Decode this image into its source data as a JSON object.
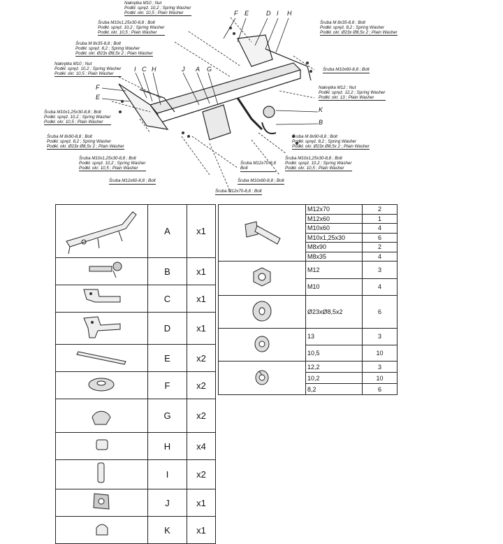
{
  "diagram": {
    "part_letters": [
      "F",
      "E",
      "D",
      "I",
      "H",
      "I",
      "C",
      "H",
      "J",
      "A",
      "G",
      "F",
      "E",
      "K",
      "B"
    ],
    "labels": [
      {
        "lines": [
          "Nakrętka  M10 ; Nut",
          "Podkł. spręż. 10,2 ; Spring Washer",
          "Podkł. okr. 10,5 ; Plain Washer"
        ]
      },
      {
        "lines": [
          "Śruba M10x1,25x30-8,8 ; Bolt",
          "Podkł. spręż. 10,2 ; Spring Washer",
          "Podkł. okr. 10,5 ; Plain Washer"
        ]
      },
      {
        "lines": [
          "Śruba M 8x35-8,8 ; Bolt",
          "Podkł. spręż. 8,2 ; Spring Washer",
          "Podkł. okr. Ø23x Ø8,5x 2 ; Plain Washer"
        ]
      },
      {
        "lines": [
          "Śruba M 8x35-8,8 ; Bolt",
          "Podkł. spręż. 8,2 ; Spring Washer",
          "Podkł. okr. Ø23x Ø8,5x 2 ; Plain Washer"
        ]
      },
      {
        "lines": [
          "Nakrętka  M10 ; Nut",
          "Podkł. spręż. 10,2 ; Spring Washer",
          "Podkł. okr. 10,5 ; Plain Washer"
        ]
      },
      {
        "lines": [
          "Śruba M10x60-8,8 ; Bolt"
        ]
      },
      {
        "lines": [
          "Nakrętka  M12 ; Nut",
          "Podkł. spręż. 12,2 ; Spring Washer",
          "Podkł. okr. 13 ; Plain Washer"
        ]
      },
      {
        "lines": [
          "Śruba M10x1,25x30-8,8 ; Bolt",
          "Podkł. spręż. 10,2 ; Spring Washer",
          "Podkł. okr. 10,5 ; Plain Washer"
        ]
      },
      {
        "lines": [
          "Śruba M 8x90-8,8 ; Bolt",
          "Podkł. spręż. 8,2 ; Spring Washer",
          "Podkł. okr. Ø23x Ø8,5x 2 ; Plain Washer"
        ]
      },
      {
        "lines": [
          "Śruba M 8x90-8,8 ; Bolt",
          "Podkł. spręż. 8,2 ; Spring Washer",
          "Podkł. okr. Ø23x Ø8,5x 2 ; Plain Washer"
        ]
      },
      {
        "lines": [
          "Śruba M10x1,25x30-8,8 ; Bolt",
          "Podkł. spręż. 10,2 ; Spring Washer",
          "Podkł. okr. 10,5 ; Plain Washer"
        ]
      },
      {
        "lines": [
          "Śruba M10x1,25x30-8,8 ; Bolt",
          "Podkł. spręż. 10,2 ; Spring Washer",
          "Podkł. okr. 10,5 ; Plain Washer"
        ]
      },
      {
        "lines": [
          "Śruba M12x70-8,8",
          "Bolt"
        ]
      },
      {
        "lines": [
          "Śruba M12x60-8,8 ; Bolt"
        ]
      },
      {
        "lines": [
          "Śruba M10x60-8,8 ; Bolt"
        ]
      },
      {
        "lines": [
          "Śruba M12x70-8,8 ; Bolt"
        ]
      }
    ]
  },
  "parts_table": [
    {
      "icon": "tow-bar-frame-icon",
      "letter": "A",
      "qty": "x1"
    },
    {
      "icon": "tow-ball-neck-icon",
      "letter": "B",
      "qty": "x1"
    },
    {
      "icon": "mounting-bracket-icon",
      "letter": "C",
      "qty": "x1"
    },
    {
      "icon": "mounting-bracket-icon",
      "letter": "D",
      "qty": "x1"
    },
    {
      "icon": "flat-strap-icon",
      "letter": "E",
      "qty": "x2"
    },
    {
      "icon": "spacer-ring-icon",
      "letter": "F",
      "qty": "x2"
    },
    {
      "icon": "wedge-spacer-icon",
      "letter": "G",
      "qty": "x2"
    },
    {
      "icon": "sleeve-icon",
      "letter": "H",
      "qty": "x4"
    },
    {
      "icon": "long-sleeve-icon",
      "letter": "I",
      "qty": "x2"
    },
    {
      "icon": "socket-plate-icon",
      "letter": "J",
      "qty": "x1"
    },
    {
      "icon": "cap-icon",
      "letter": "K",
      "qty": "x1"
    }
  ],
  "hardware_table": [
    {
      "icon": "bolt-icon",
      "rows": [
        {
          "name": "M12x70",
          "count": "2"
        },
        {
          "name": "M12x60",
          "count": "1"
        },
        {
          "name": "M10x60",
          "count": "4"
        },
        {
          "name": "M10x1,25x30",
          "count": "6"
        },
        {
          "name": "M8x90",
          "count": "2"
        },
        {
          "name": "M8x35",
          "count": "4"
        }
      ]
    },
    {
      "icon": "hex-nut-icon",
      "rows": [
        {
          "name": "M12",
          "count": "3"
        },
        {
          "name": "M10",
          "count": "4"
        }
      ]
    },
    {
      "icon": "plain-washer-icon",
      "rows": [
        {
          "name": "Ø23xØ8,5x2",
          "count": "6"
        }
      ]
    },
    {
      "icon": "plain-washer-icon",
      "rows": [
        {
          "name": "13",
          "count": "3"
        },
        {
          "name": "10,5",
          "count": "10"
        }
      ]
    },
    {
      "icon": "spring-washer-icon",
      "rows": [
        {
          "name": "12,2",
          "count": "3"
        },
        {
          "name": "10,2",
          "count": "10"
        },
        {
          "name": "8,2",
          "count": "6"
        }
      ]
    }
  ]
}
